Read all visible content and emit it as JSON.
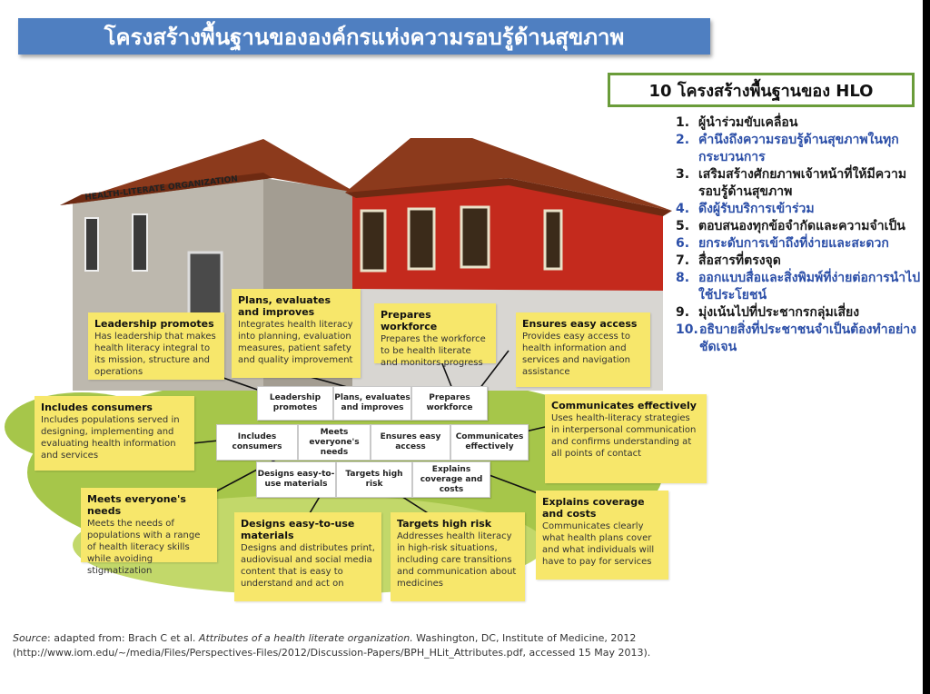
{
  "title": "โครงสร้างพื้นฐานขององค์กรแห่งความรอบรู้ด้านสุขภาพ",
  "hlo_heading": "10 โครงสร้างพื้นฐานของ HLO",
  "hlo_items": [
    {
      "num": "1.",
      "text": "ผู้นำร่วมขับเคลื่อน",
      "color": "#1a1a1a"
    },
    {
      "num": "2.",
      "text": "คำนึงถึงความรอบรู้ด้านสุขภาพในทุกกระบวนการ",
      "color": "#2c4fa8"
    },
    {
      "num": "3.",
      "text": "เสริมสร้างศักยภาพเจ้าหน้าที่ให้มีความรอบรู้ด้านสุขภาพ",
      "color": "#1a1a1a"
    },
    {
      "num": "4.",
      "text": "ดึงผู้รับบริการเข้าร่วม",
      "color": "#2c4fa8"
    },
    {
      "num": "5.",
      "text": "ตอบสนองทุกข้อจำกัดและความจำเป็น",
      "color": "#1a1a1a"
    },
    {
      "num": "6.",
      "text": "ยกระดับการเข้าถึงที่ง่ายและสะดวก",
      "color": "#2c4fa8"
    },
    {
      "num": "7.",
      "text": "สื่อสารที่ตรงจุด",
      "color": "#1a1a1a"
    },
    {
      "num": "8.",
      "text": "ออกแบบสื่อและสิ่งพิมพ์ที่ง่ายต่อการนำไปใช้ประโยชน์",
      "color": "#2c4fa8"
    },
    {
      "num": "9.",
      "text": "มุ่งเน้นไปที่ประชากรกลุ่มเสี่ยง",
      "color": "#1a1a1a"
    },
    {
      "num": "10.",
      "text": "อธิบายสิ่งที่ประชาชนจำเป็นต้องทำอย่างชัดเจน",
      "color": "#2c4fa8"
    }
  ],
  "building_sign": "HEALTH-LITERATE ORGANIZATION",
  "callouts": {
    "leadership": {
      "heading": "Leadership promotes",
      "body": "Has leadership that makes health literacy integral to its mission, structure and operations"
    },
    "plans": {
      "heading": "Plans, evaluates and improves",
      "body": "Integrates health literacy into planning, evaluation measures, patient safety and quality improvement"
    },
    "workforce": {
      "heading": "Prepares workforce",
      "body": "Prepares the workforce to be health literate and monitors progress"
    },
    "access": {
      "heading": "Ensures easy access",
      "body": "Provides easy access to health information and services and navigation assistance"
    },
    "consumers": {
      "heading": "Includes consumers",
      "body": "Includes populations served in designing, implementing and evaluating health information and services"
    },
    "communicates": {
      "heading": "Communicates effectively",
      "body": "Uses health-literacy strategies in interpersonal communication and confirms understanding at all points of contact"
    },
    "needs": {
      "heading": "Meets everyone's needs",
      "body": "Meets the needs of populations with a range of health literacy skills while avoiding stigmatization"
    },
    "designs": {
      "heading": "Designs easy-to-use materials",
      "body": "Designs and distributes print, audiovisual and social media content that is easy to understand and act on"
    },
    "risk": {
      "heading": "Targets high risk",
      "body": "Addresses health literacy in high-risk situations, including care transitions and communication about medicines"
    },
    "coverage": {
      "heading": "Explains coverage and costs",
      "body": "Communicates clearly what health plans cover and what individuals will have to pay for services"
    }
  },
  "tiles": {
    "leadership": "Leadership promotes",
    "plans": "Plans, evaluates and improves",
    "workforce": "Prepares workforce",
    "consumers": "Includes consumers",
    "needs": "Meets everyone's needs",
    "access": "Ensures easy access",
    "communicates": "Communicates effectively",
    "designs": "Designs easy-to-use materials",
    "risk": "Targets high risk",
    "coverage": "Explains coverage and costs"
  },
  "source": {
    "label": "Source",
    "text1": ": adapted from: Brach C et al. ",
    "title": "Attributes of a health literate organization.",
    "text2": " Washington, DC, Institute of Medicine, 2012 (http://www.iom.edu/~/media/Files/Perspectives-Files/2012/Discussion-Papers/BPH_HLit_Attributes.pdf, accessed 15 May 2013)."
  },
  "colors": {
    "title_bar": "#4f7fc1",
    "callout": "#f7e76b",
    "grass": "#a6c64a",
    "roof": "#8c3a1c",
    "red_wall": "#c42a1d",
    "grey_wall": "#b8b3aa",
    "hlo_border": "#6a9c3a"
  }
}
